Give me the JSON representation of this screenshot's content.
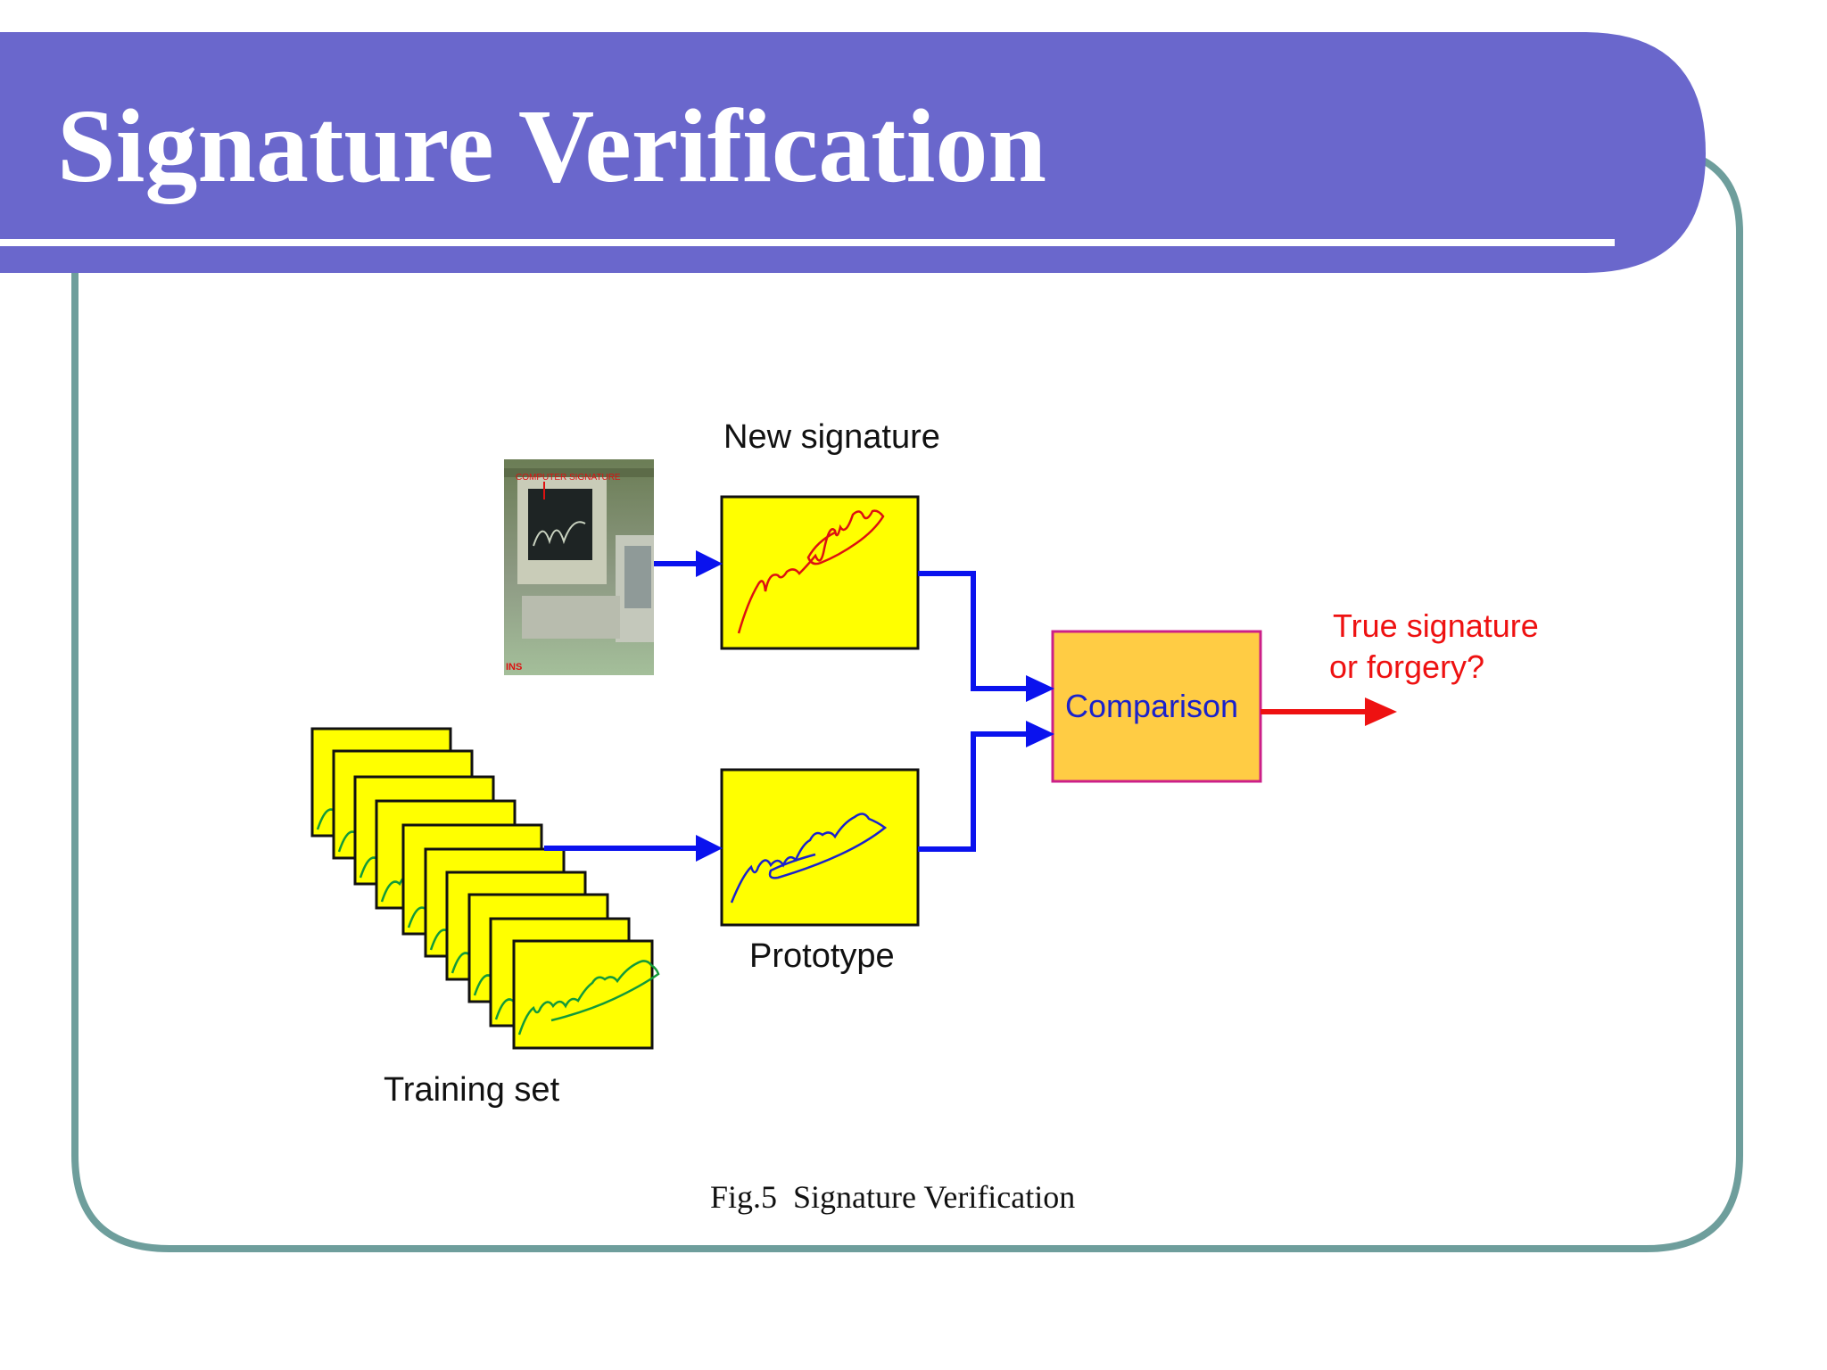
{
  "slide": {
    "title": "Signature Verification",
    "caption": "Fig.5  Signature Verification"
  },
  "diagram": {
    "new_signature_label": "New signature",
    "prototype_label": "Prototype",
    "training_set_label": "Training set",
    "comparison_label": "Comparison",
    "output_label_line1": "True signature",
    "output_label_line2": "or forgery?",
    "photo_overlay_text": "INS"
  },
  "colors": {
    "title_bar": "#6a67cc",
    "frame": "#6e9e9c",
    "card_fill": "#ffff00",
    "comparison_fill": "#ffcc44",
    "comparison_border": "#cc1f88",
    "arrow_blue": "#0a12ee",
    "arrow_red": "#ee1111",
    "signature_red": "#dd1111",
    "signature_blue": "#1a22cc",
    "signature_green": "#129a3a"
  }
}
